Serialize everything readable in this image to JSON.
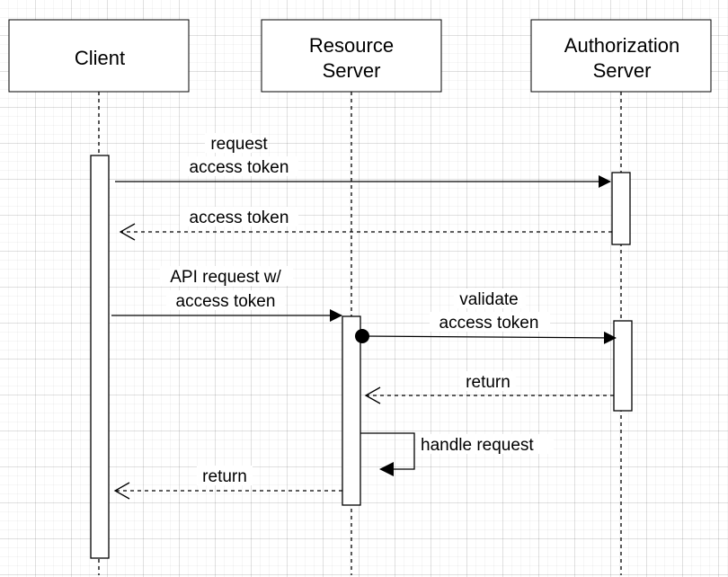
{
  "participants": {
    "client": {
      "lines": [
        "Client"
      ]
    },
    "resource": {
      "lines": [
        "Resource",
        "Server"
      ]
    },
    "auth": {
      "lines": [
        "Authorization",
        "Server"
      ]
    }
  },
  "messages": {
    "m1": {
      "lines": [
        "request",
        "access token"
      ],
      "style": "solid",
      "from": "Client",
      "to": "Authorization Server"
    },
    "m2": {
      "lines": [
        "access token"
      ],
      "style": "dashed",
      "from": "Authorization Server",
      "to": "Client"
    },
    "m3": {
      "lines": [
        "API request w/",
        "access token"
      ],
      "style": "solid",
      "from": "Client",
      "to": "Resource Server"
    },
    "m4": {
      "lines": [
        "validate",
        "access token"
      ],
      "style": "solid",
      "from": "Resource Server",
      "to": "Authorization Server"
    },
    "m5": {
      "lines": [
        "return"
      ],
      "style": "dashed",
      "from": "Authorization Server",
      "to": "Resource Server"
    },
    "m6": {
      "lines": [
        "handle request"
      ],
      "style": "solid",
      "from": "Resource Server",
      "to": "Resource Server"
    },
    "m7": {
      "lines": [
        "return"
      ],
      "style": "dashed",
      "from": "Resource Server",
      "to": "Client"
    }
  }
}
